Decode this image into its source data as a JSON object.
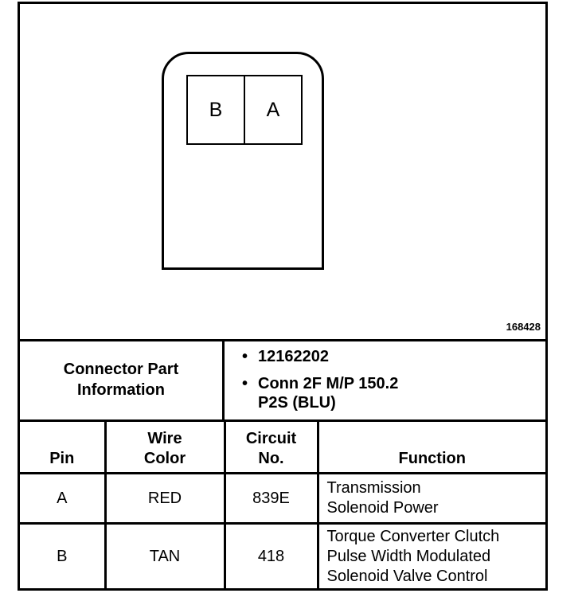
{
  "diagram": {
    "cavities": [
      "B",
      "A"
    ],
    "figure_number": "168428"
  },
  "connector_info": {
    "label": "Connector Part\nInformation",
    "items": [
      "12162202",
      "Conn 2F M/P 150.2\nP2S (BLU)"
    ]
  },
  "pin_table": {
    "headers": {
      "pin": "Pin",
      "wire_color": "Wire\nColor",
      "circuit_no": "Circuit\nNo.",
      "function": "Function"
    },
    "rows": [
      {
        "pin": "A",
        "wire_color": "RED",
        "circuit_no": "839E",
        "function": "Transmission\nSolenoid Power"
      },
      {
        "pin": "B",
        "wire_color": "TAN",
        "circuit_no": "418",
        "function": "Torque Converter Clutch\nPulse Width Modulated\nSolenoid Valve Control"
      }
    ]
  }
}
